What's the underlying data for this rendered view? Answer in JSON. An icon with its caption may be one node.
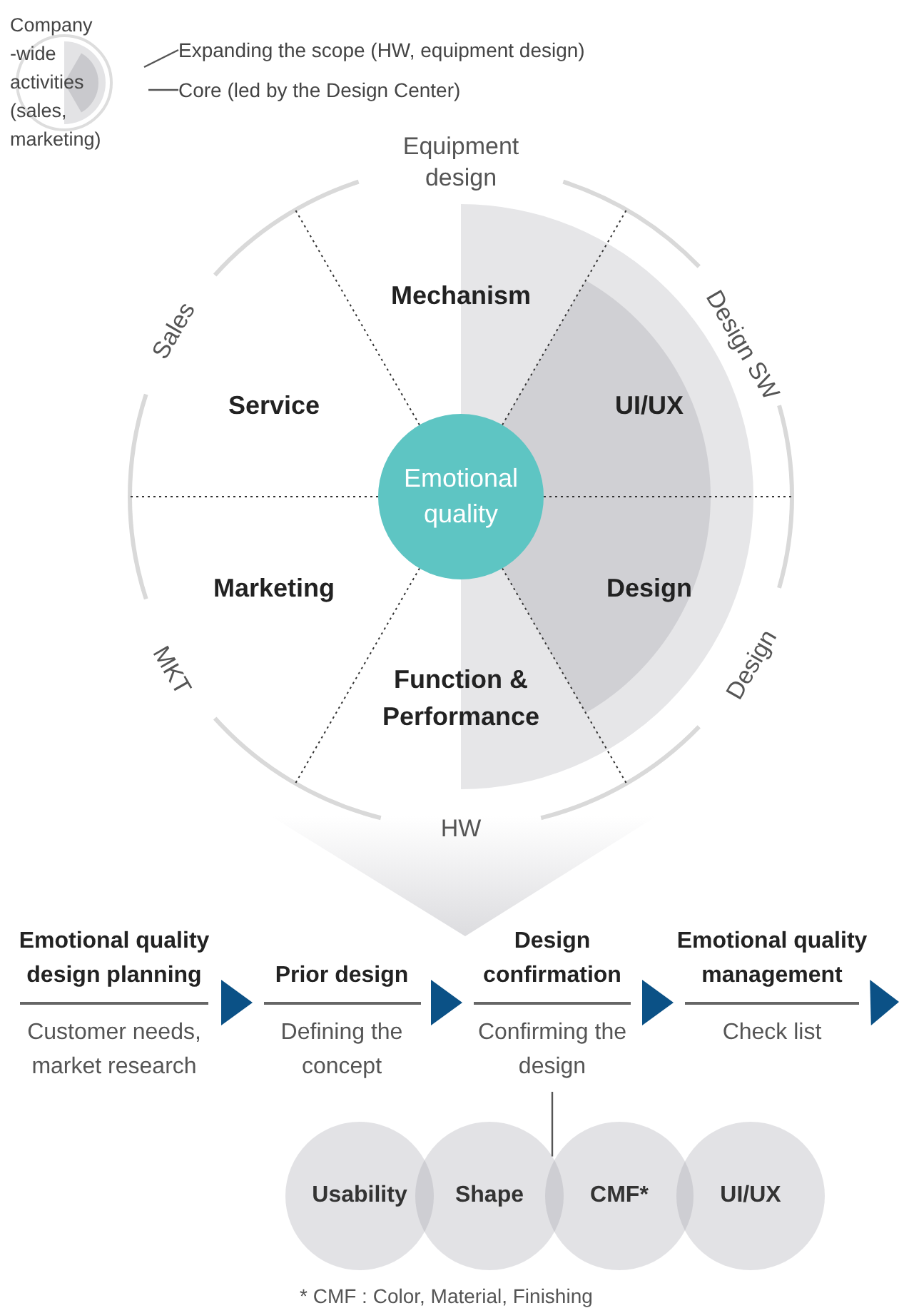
{
  "diagram": {
    "caption": "* CMF : Color, Material, Finishing",
    "nodes": [
      {
        "text": [
          "Expanding the scope (HW, equipment design)"
        ]
      },
      {
        "text": [
          "Core (led by the Design Center)"
        ]
      },
      {
        "text": [
          "Emotional quality"
        ]
      },
      {
        "text": [
          "Emotional quality design planning",
          "Customer needs, market research"
        ]
      },
      {
        "text": [
          "Prior design",
          "Defining the concept"
        ]
      },
      {
        "text": [
          "Design confirmation",
          "Confirming the design"
        ]
      },
      {
        "text": [
          "Emotional quality management",
          "Check list"
        ]
      },
      {
        "text": [
          "Usability"
        ]
      },
      {
        "text": [
          "Shape"
        ]
      },
      {
        "text": [
          "CMF*"
        ]
      },
      {
        "text": [
          "UI/UX"
        ]
      }
    ],
    "edges": [
      {
        "from": 0,
        "to": null,
        "arrow": "none"
      },
      {
        "from": 1,
        "to": null,
        "arrow": "none"
      },
      {
        "from": 3,
        "to": 4,
        "arrow": "to"
      },
      {
        "from": 4,
        "to": 5,
        "arrow": "to"
      },
      {
        "from": 5,
        "to": 6,
        "arrow": "to"
      },
      {
        "from": 6,
        "to": null,
        "arrow": "to"
      },
      {
        "from": 5,
        "to": 8,
        "arrow": "none"
      }
    ],
    "labels": [
      "Company -wide activities (sales, marketing)",
      "Equipment design",
      "Mechanism",
      "Sales",
      "Design SW",
      "Service",
      "UI/UX",
      "Marketing",
      "Design",
      "MKT",
      "Design",
      "Function & Performance",
      "HW"
    ]
  }
}
